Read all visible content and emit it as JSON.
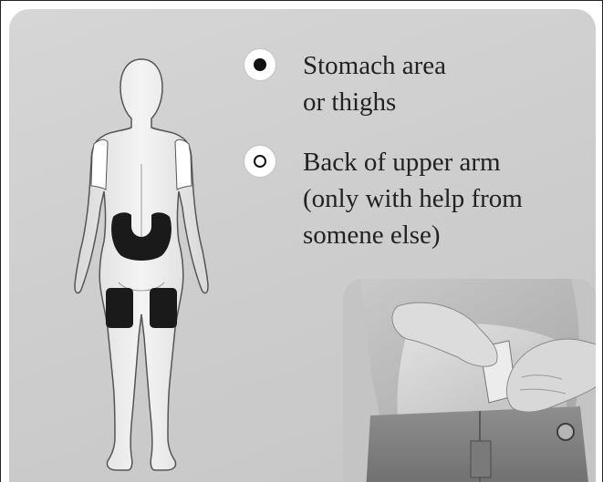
{
  "legend": {
    "items": [
      {
        "marker": "filled",
        "lines": [
          "Stomach area",
          "or thighs"
        ]
      },
      {
        "marker": "open",
        "lines": [
          "Back of upper arm",
          "(only with help from",
          "somene else)"
        ]
      }
    ]
  },
  "colors": {
    "panel": "#cecece",
    "body_fill": "#ebebeb",
    "body_outline": "#555555",
    "injection_site": "#1a1a1a",
    "optional_site": "#ffffff"
  }
}
